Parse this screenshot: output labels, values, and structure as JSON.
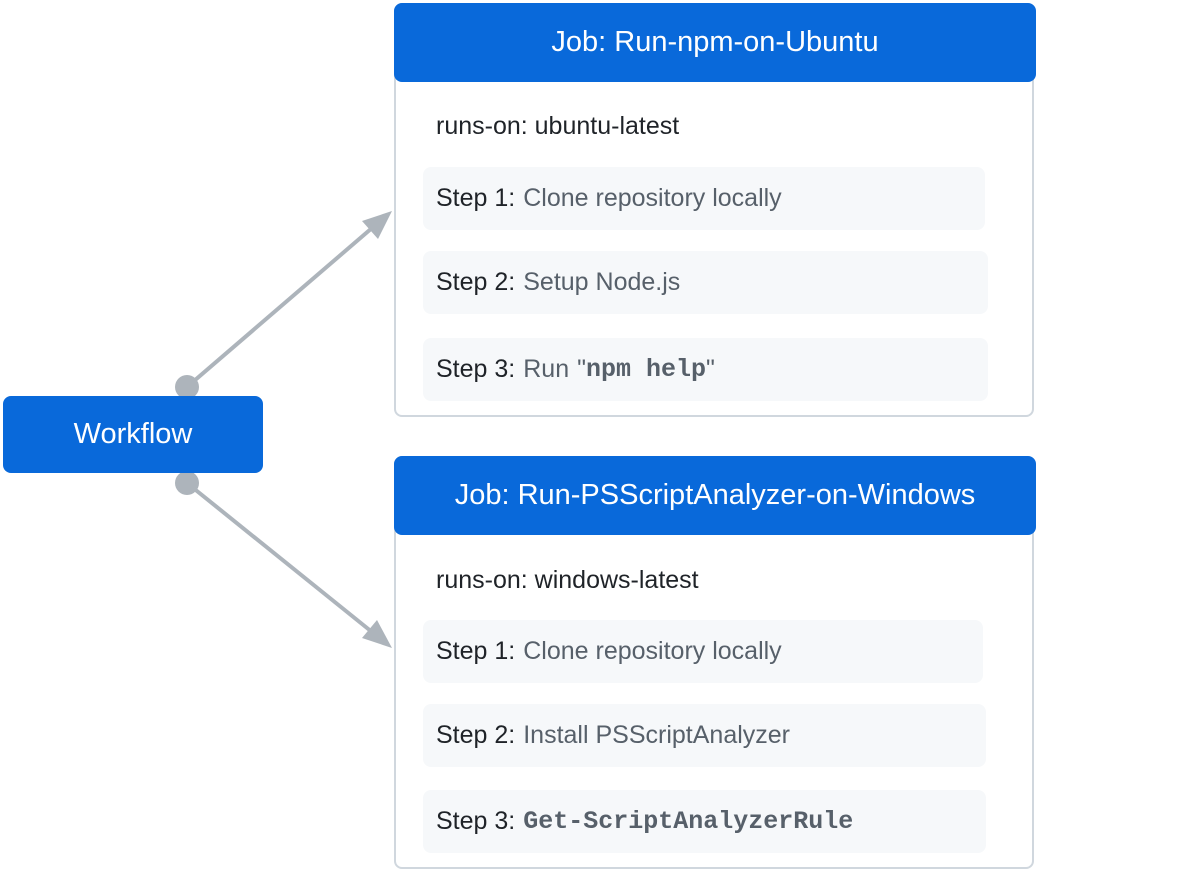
{
  "workflow": {
    "label": "Workflow"
  },
  "jobs": [
    {
      "title": "Job: Run-npm-on-Ubuntu",
      "runs_on": "runs-on: ubuntu-latest",
      "steps": [
        {
          "label": "Step 1:",
          "text": "Clone repository locally"
        },
        {
          "label": "Step 2:",
          "text": "Setup Node.js"
        },
        {
          "label": "Step 3:",
          "text": "Run",
          "open_quote": "\"",
          "code": "npm help",
          "close_quote": "\""
        }
      ]
    },
    {
      "title": "Job: Run-PSScriptAnalyzer-on-Windows",
      "runs_on": "runs-on: windows-latest",
      "steps": [
        {
          "label": "Step 1:",
          "text": "Clone repository locally"
        },
        {
          "label": "Step 2:",
          "text": "Install PSScriptAnalyzer"
        },
        {
          "label": "Step 3:",
          "code": "Get-ScriptAnalyzerRule"
        }
      ]
    }
  ],
  "colors": {
    "accent": "#0969da",
    "connector": "#adb4bb",
    "step_bg": "#f6f8fa",
    "card_border": "#d0d7de",
    "muted_text": "#57606a"
  }
}
